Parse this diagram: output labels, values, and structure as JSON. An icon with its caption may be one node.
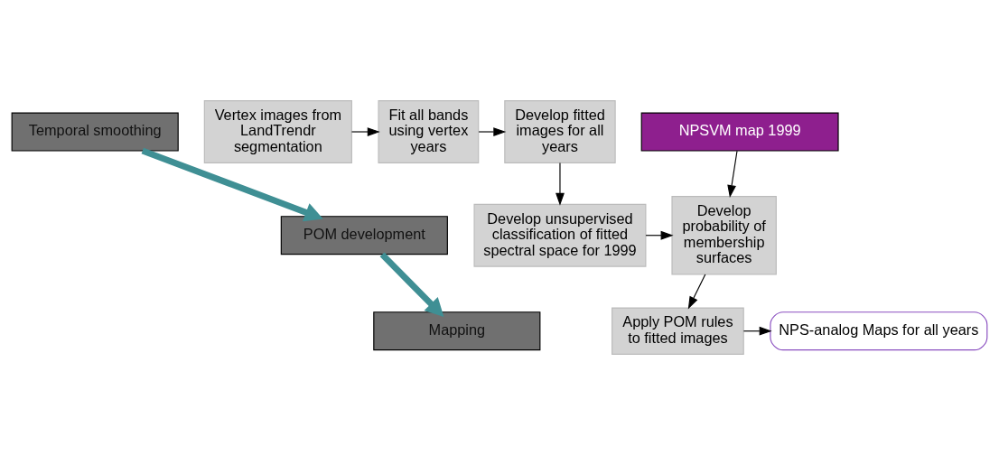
{
  "diagram": {
    "nodes": [
      {
        "text": [
          "Temporal smoothing"
        ]
      },
      {
        "text": [
          "POM development"
        ]
      },
      {
        "text": [
          "Mapping"
        ]
      },
      {
        "text": [
          "Vertex images from LandTrendr segmentation"
        ]
      },
      {
        "text": [
          "Fit all bands using vertex years"
        ]
      },
      {
        "text": [
          "Develop fitted images for all years"
        ]
      },
      {
        "text": [
          "Develop unsupervised classification of fitted spectral space for 1999"
        ]
      },
      {
        "text": [
          "Develop probability of membership surfaces"
        ]
      },
      {
        "text": [
          "NPSVM map 1999"
        ]
      },
      {
        "text": [
          "Apply POM rules to fitted images"
        ]
      },
      {
        "text": [
          "NPS-analog Maps for all years"
        ]
      }
    ],
    "edges": [
      {
        "from": 0,
        "to": 1,
        "arrow": "to",
        "style": "thick",
        "color": "#3f8f94"
      },
      {
        "from": 1,
        "to": 2,
        "arrow": "to",
        "style": "thick",
        "color": "#3f8f94"
      },
      {
        "from": 3,
        "to": 4,
        "arrow": "to"
      },
      {
        "from": 4,
        "to": 5,
        "arrow": "to"
      },
      {
        "from": 5,
        "to": 6,
        "arrow": "to"
      },
      {
        "from": 6,
        "to": 7,
        "arrow": "to"
      },
      {
        "from": 8,
        "to": 7,
        "arrow": "to"
      },
      {
        "from": 7,
        "to": 9,
        "arrow": "to"
      },
      {
        "from": 9,
        "to": 10,
        "arrow": "to"
      }
    ]
  }
}
